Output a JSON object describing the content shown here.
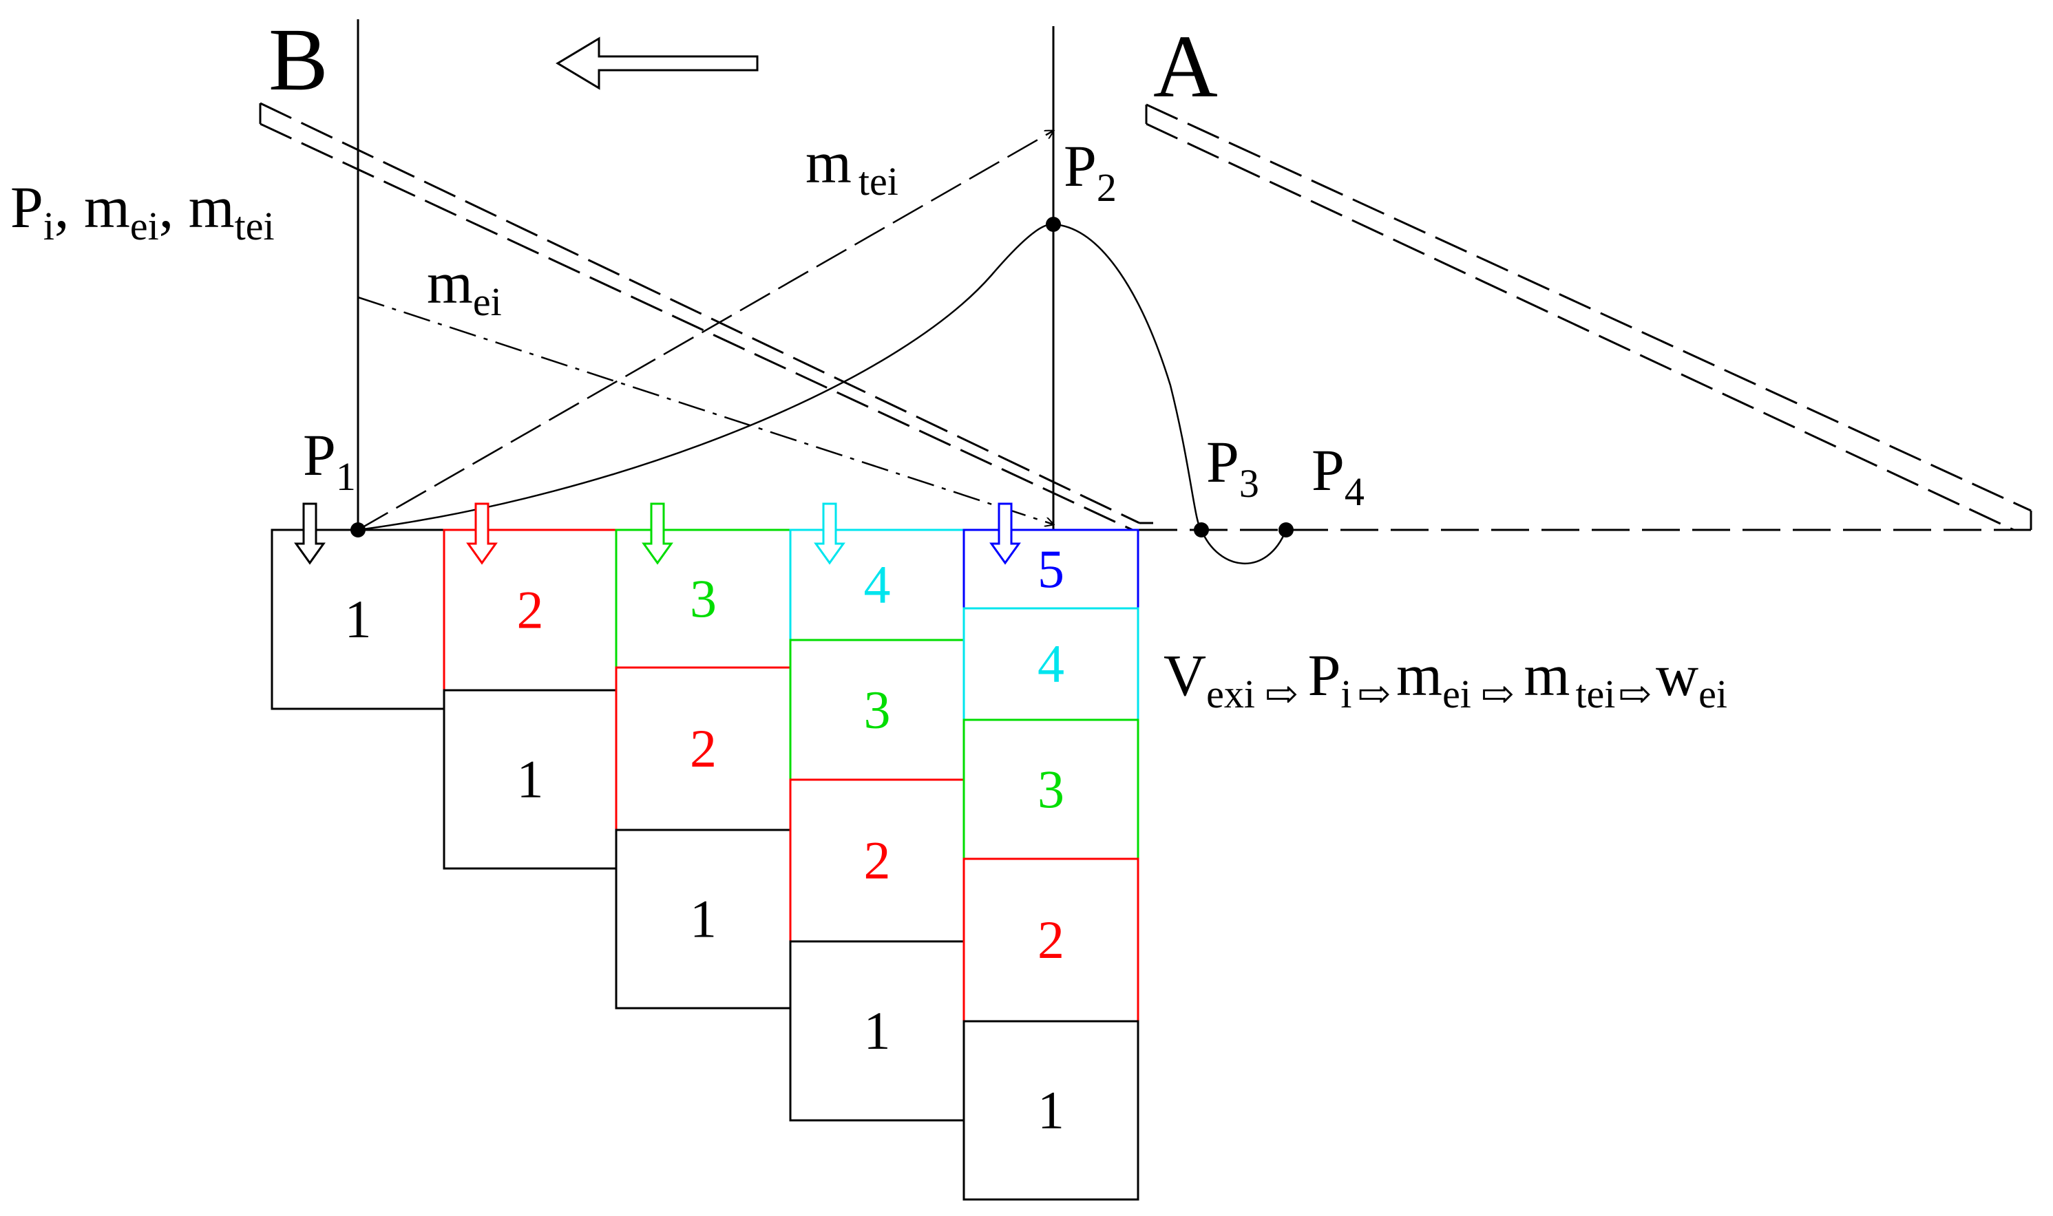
{
  "labels": {
    "B": "B",
    "A": "A",
    "p_vars": {
      "P": "P",
      "i": "i",
      "sep1": ", ",
      "m1": "m",
      "ei1": "ei",
      "sep2": ", ",
      "m2": "m",
      "tei": "tei"
    },
    "mei": {
      "m": "m",
      "ei": "ei"
    },
    "mtei": {
      "m": "m",
      "tei": "tei"
    },
    "P1": {
      "P": "P",
      "sub": "1"
    },
    "P2": {
      "P": "P",
      "sub": "2"
    },
    "P3": {
      "P": "P",
      "sub": "3"
    },
    "P4": {
      "P": "P",
      "sub": "4"
    }
  },
  "sequence": {
    "V": "V",
    "exi": "exi",
    "arrow": "⇨",
    "P": "P",
    "i": "i",
    "m1": "m",
    "ei": "ei",
    "m2": "m",
    "tei": "tei",
    "w": "w",
    "wei": "ei"
  },
  "layer_colors": {
    "1": "#000000",
    "2": "#ff0000",
    "3": "#00dd00",
    "4": "#00e5ee",
    "5": "#0000ff"
  },
  "columns": [
    {
      "layers": [
        "1"
      ]
    },
    {
      "layers": [
        "2",
        "1"
      ]
    },
    {
      "layers": [
        "3",
        "2",
        "1"
      ]
    },
    {
      "layers": [
        "4",
        "3",
        "2",
        "1"
      ]
    },
    {
      "layers": [
        "5",
        "4",
        "3",
        "2",
        "1"
      ]
    }
  ]
}
